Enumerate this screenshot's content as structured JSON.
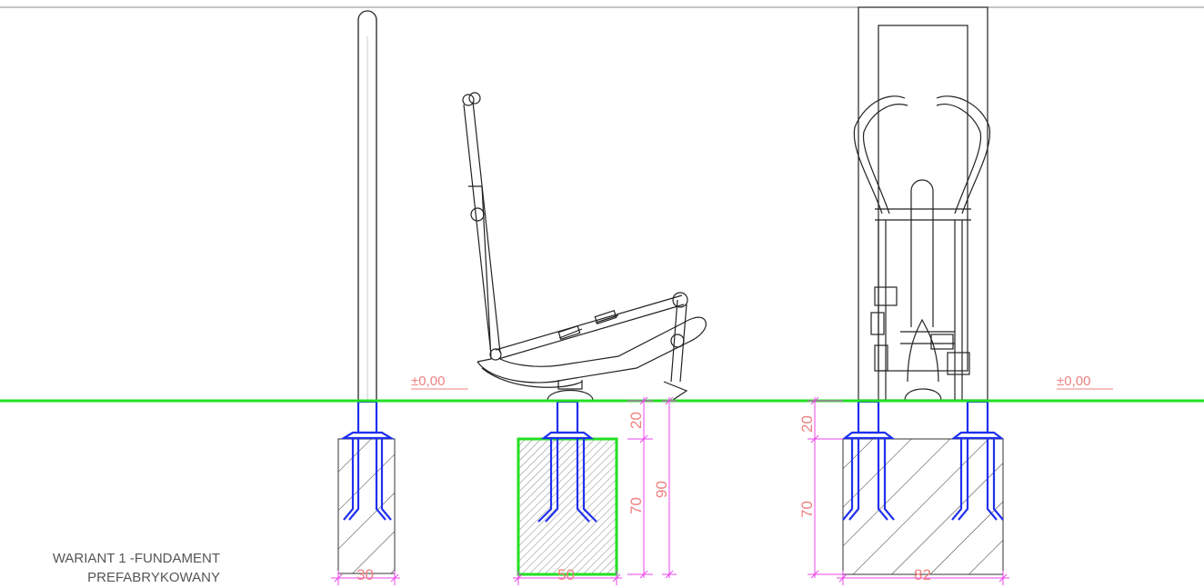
{
  "caption": {
    "line1": "WARIANT 1 -FUNDAMENT",
    "line2": "PREFABRYKOWANY"
  },
  "level_marks": {
    "left": "±0,00",
    "right": "±0,00"
  },
  "dimensions": {
    "width_left": "30",
    "width_center": "50",
    "width_right": "82",
    "depth_top_center": "20",
    "depth_body_center": "70",
    "depth_total_center": "90",
    "depth_top_right": "20",
    "depth_body_right": "70"
  },
  "colors": {
    "ground_line": "#22e022",
    "anchor": "#2030ee",
    "dimension": "#ee44ee",
    "dimension_text": "#ee8080",
    "outline": "#222222"
  }
}
